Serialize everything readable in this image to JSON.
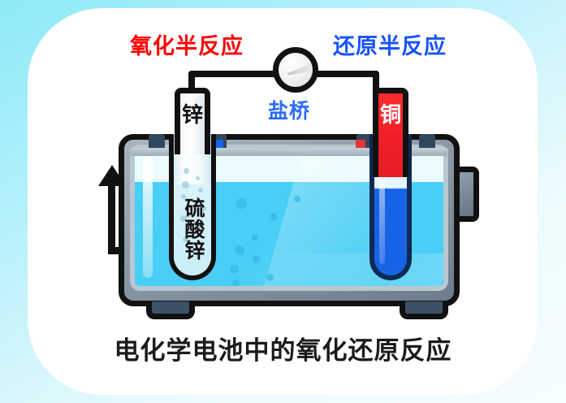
{
  "title": "电化学电池中的氧化还原反应",
  "labels": {
    "oxidation": "氧化半反应",
    "reduction": "还原半反应",
    "salt_bridge": "盐桥",
    "left_electrode": "锌",
    "right_electrode": "铜",
    "left_solution": "硫酸锌"
  },
  "colors": {
    "oxidation_text": "#ff0000",
    "reduction_text": "#1853ff",
    "salt_bridge_text": "#2b6bff",
    "caption_text": "#1b1b1b",
    "copper_electrode": "#f01f28",
    "zinc_electrode": "#ffffff",
    "electrolyte": "#49cef5",
    "right_solution": "#1763e6",
    "casing": "#8e9aa6",
    "background_top": "#8ee9f7",
    "background_bottom": "#f6fdfe",
    "card": "#ffffff",
    "wire": "#111111"
  },
  "icons": {
    "meter": "galvanometer-icon",
    "bolt": "lightning-bolt-icon",
    "arrow": "electron-flow-arrow-icon"
  }
}
